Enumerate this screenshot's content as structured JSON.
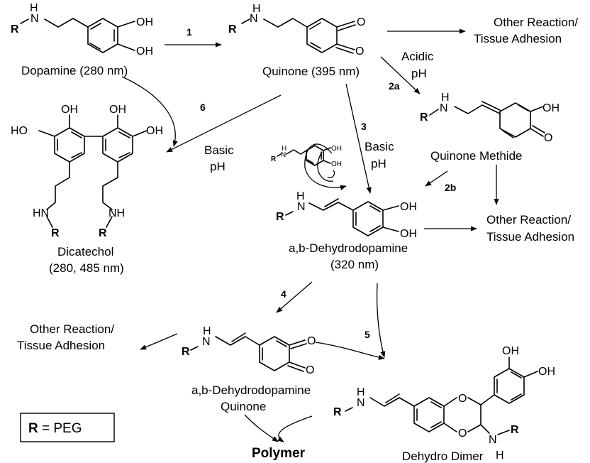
{
  "atoms": {
    "r": "R",
    "h": "H",
    "n": "N",
    "o": "O",
    "oh": "OH",
    "ho": "HO",
    "hn": "HN",
    "nh": "NH"
  },
  "labels": {
    "dopamine": "Dopamine (280 nm)",
    "quinone": "Quinone (395 nm)",
    "quinone_methide": "Quinone Methide",
    "dicatechol_1": "Dicatechol",
    "dicatechol_2": "(280, 485 nm)",
    "dehydrodopamine_1": "a,b-Dehydrodopamine",
    "dehydrodopamine_2": "(320 nm)",
    "dd_quinone_1": "a,b-Dehydrodopamine",
    "dd_quinone_2": "Quinone",
    "dehydro_dimer": "Dehydro Dimer",
    "polymer": "Polymer"
  },
  "side_products": {
    "line1": "Other Reaction/",
    "line2": "Tissue Adhesion"
  },
  "conditions": {
    "acidic_1": "Acidic",
    "acidic_2": "pH",
    "basic_1": "Basic",
    "basic_2": "pH"
  },
  "steps": {
    "s1": "1",
    "s2a": "2a",
    "s2b": "2b",
    "s3": "3",
    "s4": "4",
    "s5": "5",
    "s6": "6"
  },
  "legend": {
    "r": "R",
    "rest": " = PEG"
  }
}
